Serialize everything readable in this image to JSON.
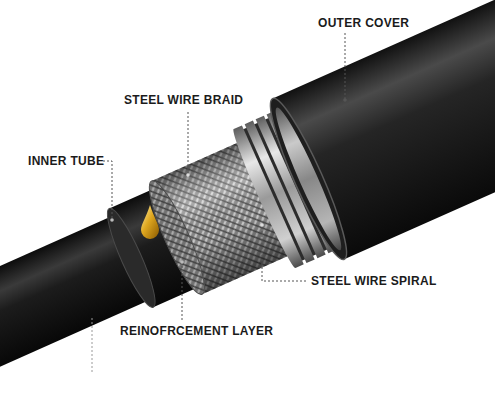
{
  "diagram": {
    "labels": [
      "OUTER COVER",
      "STEEL WIRE BRAID",
      "INNER TUBE",
      "STEEL WIRE SPIRAL",
      "REINOFRCEMENT LAYER"
    ]
  }
}
